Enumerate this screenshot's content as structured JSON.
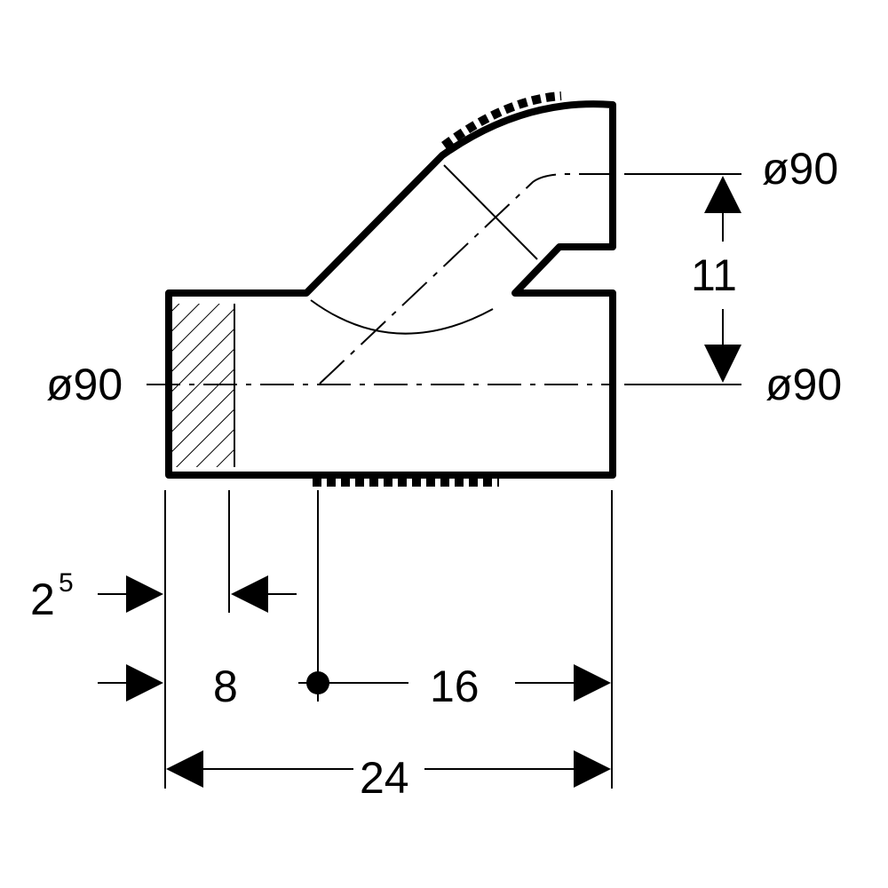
{
  "dimensions": {
    "diameter_top": "ø90",
    "diameter_left": "ø90",
    "diameter_right": "ø90",
    "offset": "11",
    "socket_depth_base": "2",
    "socket_depth_exp": "5",
    "branch_position": "8",
    "branch_to_end": "16",
    "overall_length": "24"
  },
  "colors": {
    "line": "#000000",
    "background": "#ffffff"
  }
}
